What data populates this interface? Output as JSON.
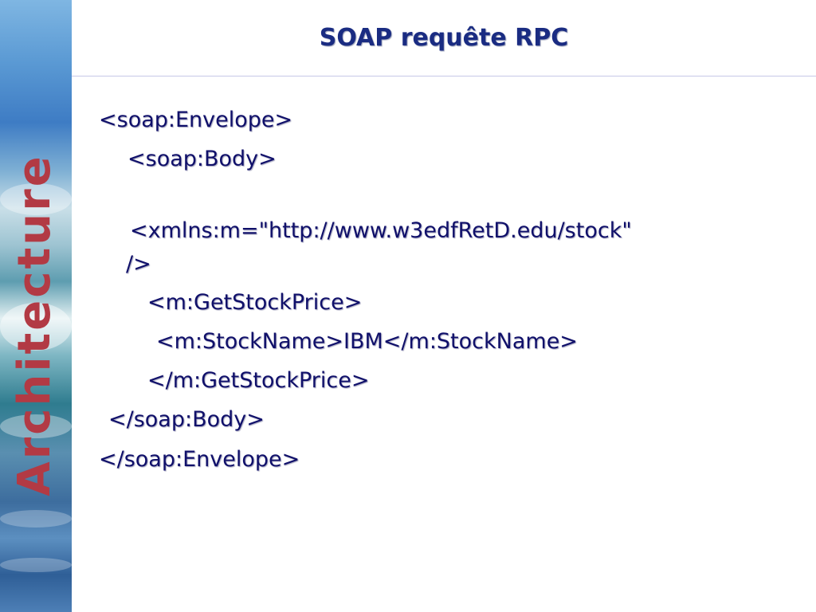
{
  "slide": {
    "title": "SOAP requête RPC",
    "sidebar_label": "Architecture",
    "code_lines": [
      "<soap:Envelope>",
      "<soap:Body>",
      "<xmlns:m=\"http://www.w3edfRetD.edu/stock\"",
      "/>",
      "<m:GetStockPrice>",
      "<m:StockName>IBM</m:StockName>",
      "</m:GetStockPrice>",
      "</soap:Body>",
      "</soap:Envelope>"
    ]
  },
  "colors": {
    "title": "#1a2c82",
    "code_text": "#10106a",
    "sidebar_label": "#b23a44"
  }
}
